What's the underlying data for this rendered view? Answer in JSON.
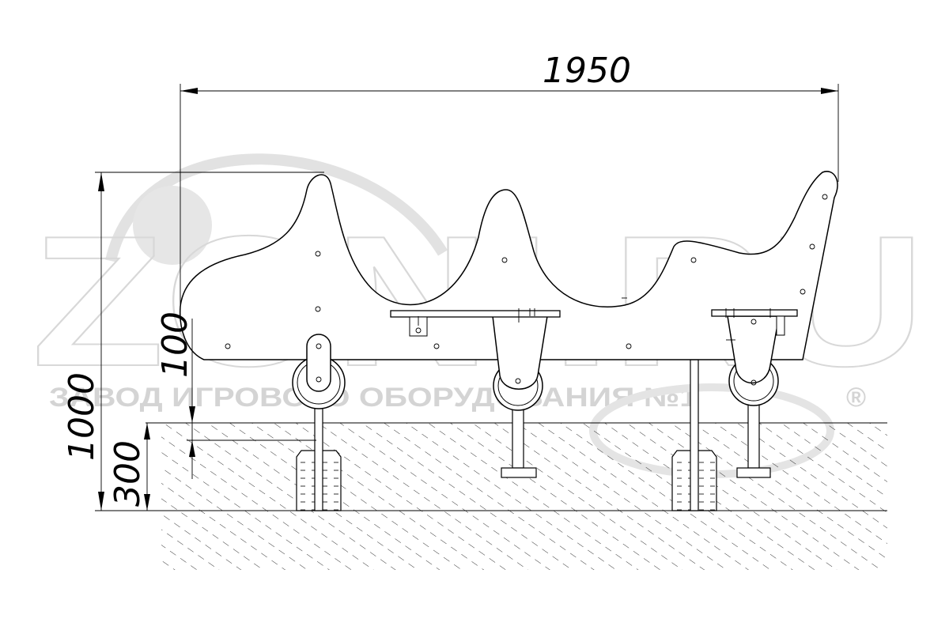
{
  "watermark": {
    "brand": "ZONI.RU",
    "subtitle": "ЗАВОД ИГРОВОГО ОБОРУДОВАНИЯ №1",
    "registered": "®"
  },
  "dimensions": {
    "overall_length": "1950",
    "overall_height": "1000",
    "depth": "300",
    "clearance": "100"
  }
}
